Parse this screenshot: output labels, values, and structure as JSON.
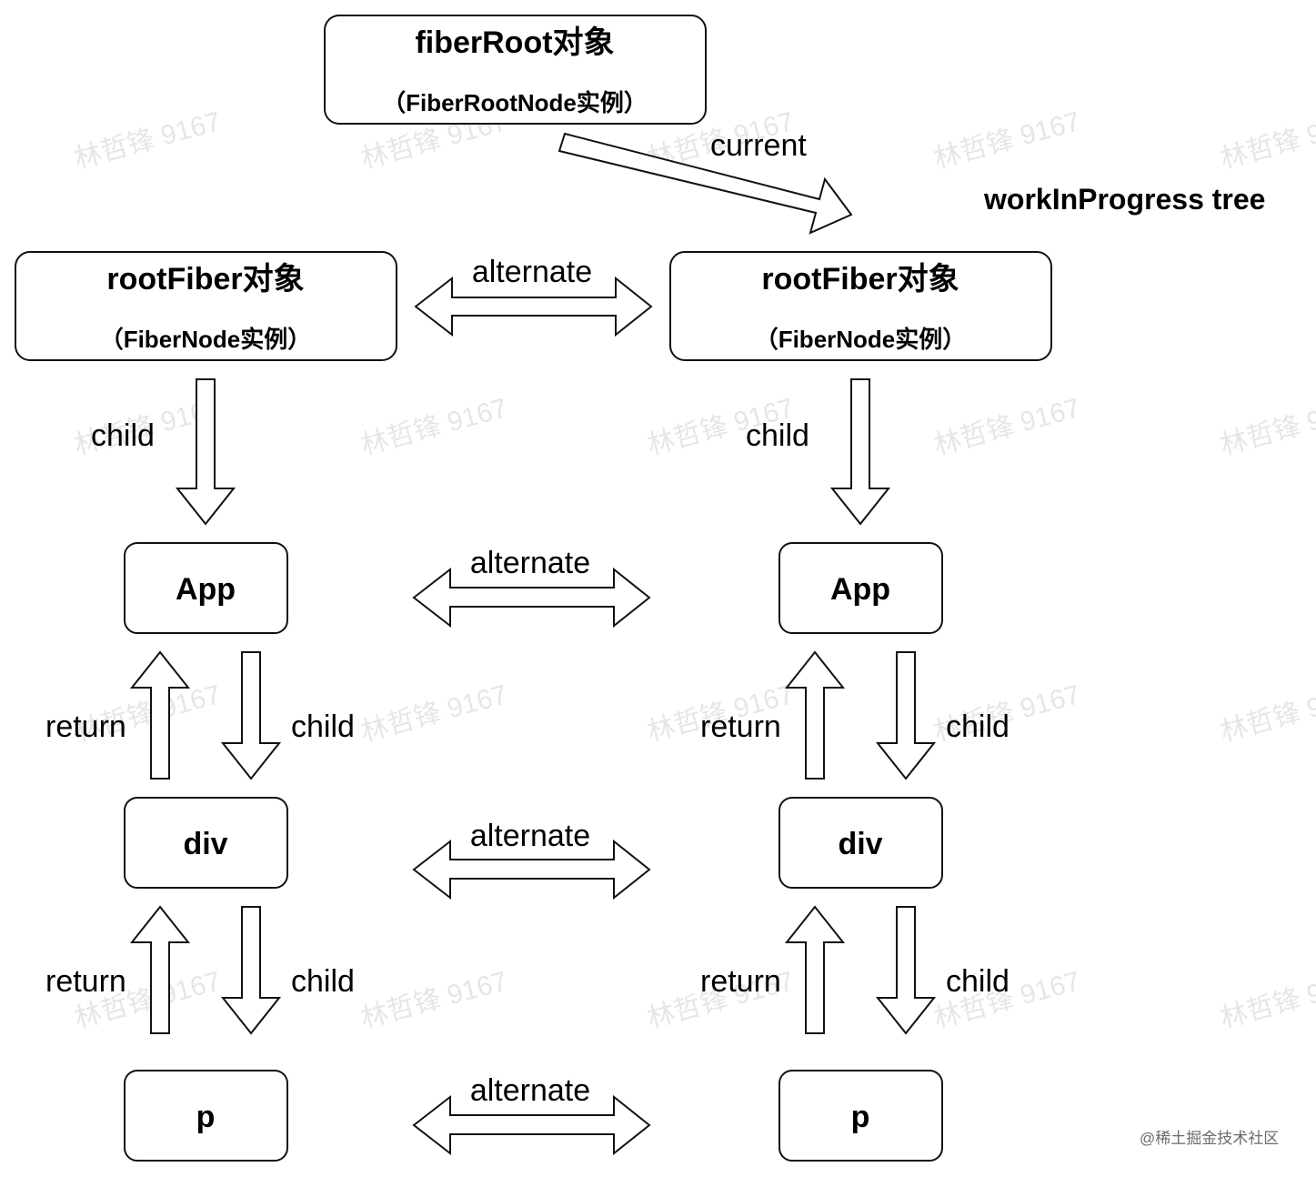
{
  "fiber_root": {
    "title": "fiberRoot对象",
    "subtitle": "（FiberRootNode实例）"
  },
  "current_label": "current",
  "wip_tree_label": "workInProgress tree",
  "root_fiber_left": {
    "title": "rootFiber对象",
    "subtitle": "（FiberNode实例）"
  },
  "root_fiber_right": {
    "title": "rootFiber对象",
    "subtitle": "（FiberNode实例）"
  },
  "nodes": {
    "app": "App",
    "div": "div",
    "p": "p"
  },
  "edges": {
    "alternate": "alternate",
    "child": "child",
    "return": "return"
  },
  "watermark": "林哲锋 9167",
  "credit": "@稀土掘金技术社区"
}
